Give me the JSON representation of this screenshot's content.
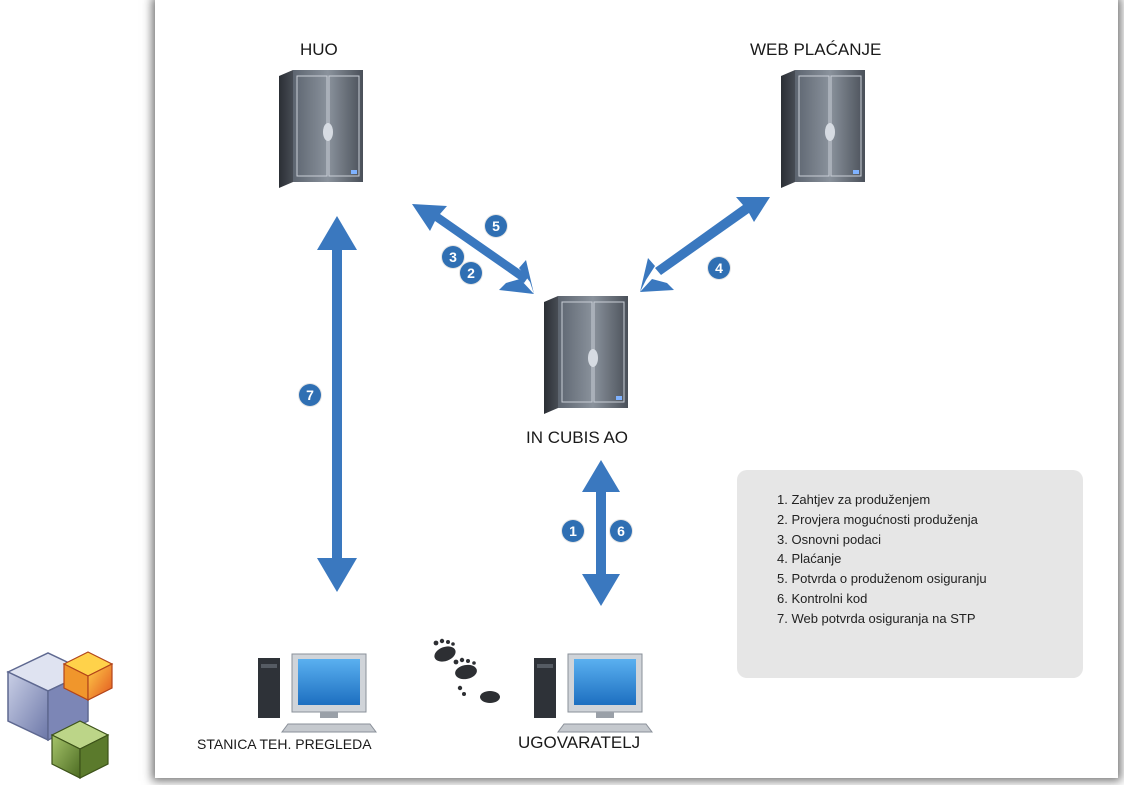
{
  "nodes": {
    "huo": "HUO",
    "web_placanje": "WEB PLAĆANJE",
    "in_cubis": "IN CUBIS AO",
    "stanica": "STANICA TEH. PREGLEDA",
    "ugovaratelj": "UGOVARATELJ"
  },
  "badges": {
    "b1": "1",
    "b2": "2",
    "b3": "3",
    "b4": "4",
    "b5": "5",
    "b6": "6",
    "b7": "7"
  },
  "legend": [
    "1.  Zahtjev za produženjem",
    "2.  Provjera mogućnosti produženja",
    "3.  Osnovni podaci",
    "4.  Plaćanje",
    "5.  Potvrda o produženom osiguranju",
    "6.  Kontrolni kod",
    "7.  Web potvrda osiguranja na STP"
  ],
  "colors": {
    "arrow": "#3a78bf",
    "badge": "#2f6fb3",
    "legend_bg": "#e6e6e6"
  }
}
